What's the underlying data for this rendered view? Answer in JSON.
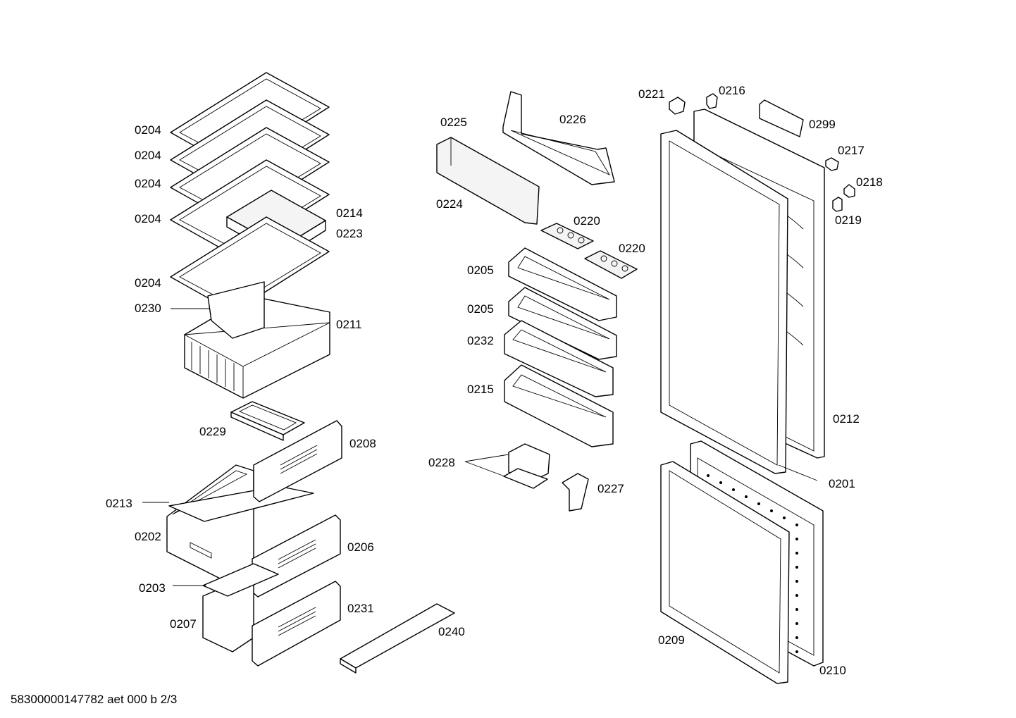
{
  "diagram": {
    "part_labels": {
      "p0204a": "0204",
      "p0204b": "0204",
      "p0204c": "0204",
      "p0204d": "0204",
      "p0204e": "0204",
      "p0214": "0214",
      "p0223": "0223",
      "p0230": "0230",
      "p0211": "0211",
      "p0229": "0229",
      "p0208": "0208",
      "p0213": "0213",
      "p0202": "0202",
      "p0206": "0206",
      "p0203": "0203",
      "p0231": "0231",
      "p0207": "0207",
      "p0240": "0240",
      "p0225": "0225",
      "p0226": "0226",
      "p0224": "0224",
      "p0220a": "0220",
      "p0220b": "0220",
      "p0205a": "0205",
      "p0205b": "0205",
      "p0232": "0232",
      "p0215": "0215",
      "p0228": "0228",
      "p0227": "0227",
      "p0221": "0221",
      "p0216": "0216",
      "p0299": "0299",
      "p0217": "0217",
      "p0218": "0218",
      "p0219": "0219",
      "p0212": "0212",
      "p0201": "0201",
      "p0209": "0209",
      "p0210": "0210"
    },
    "footer": "58300000147782 aet 000 b 2/3"
  }
}
